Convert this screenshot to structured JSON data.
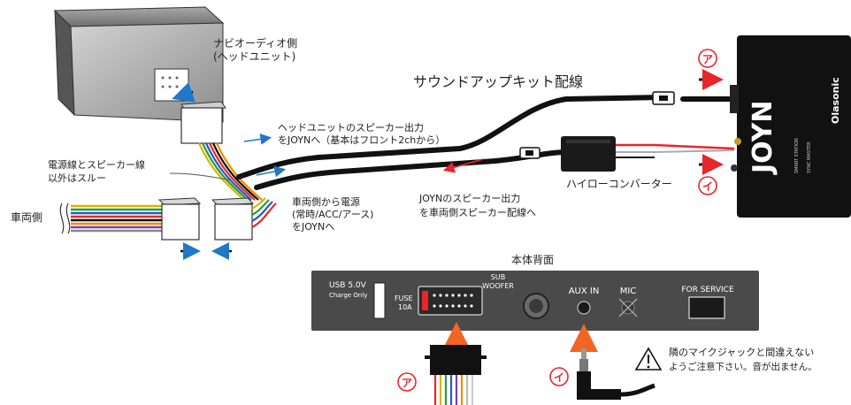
{
  "labels": {
    "head_unit_side_1": "ナビオーディオ側",
    "head_unit_side_2": "(ヘッドユニット)",
    "title": "サウンドアップキット配線",
    "speaker_out_1": "ヘッドユニットのスピーカー出力",
    "speaker_out_2": "をJOYNへ（基本はフロント2chから）",
    "through_1": "電源線とスピーカー線",
    "through_2": "以外はスルー",
    "vehicle_side": "車両側",
    "power_1": "車両側から電源",
    "power_2": "(常時/ACC/アース)",
    "power_3": "をJOYNへ",
    "joyn_out_1": "JOYNのスピーカー出力",
    "joyn_out_2": "を車両側スピーカー配線へ",
    "high_low": "ハイローコンバーター",
    "marker_a": "ア",
    "marker_i": "イ",
    "rear_title": "本体背面",
    "warning_1": "隣のマイクジャックと間違えない",
    "warning_2": "ようご注意下さい。音が出ません。"
  },
  "device": {
    "logo": "JOYN",
    "brand": "Olasonic",
    "small_1": "SMART STATION",
    "small_2": "SYNC MASTER"
  },
  "rear_panel": {
    "usb": "USB 5.0V",
    "usb_sub": "Charge Only",
    "fuse": "FUSE",
    "fuse_sub": "10A",
    "sub_1": "SUB",
    "sub_2": "WOOFER",
    "aux": "AUX IN",
    "mic": "MIC",
    "service": "FOR SERVICE"
  },
  "colors": {
    "accent_red": "#e8262a",
    "arrow_orange": "#f26522",
    "arrow_blue": "#1f78c8",
    "device_black": "#111111",
    "panel_gray": "#4a4a4a"
  }
}
